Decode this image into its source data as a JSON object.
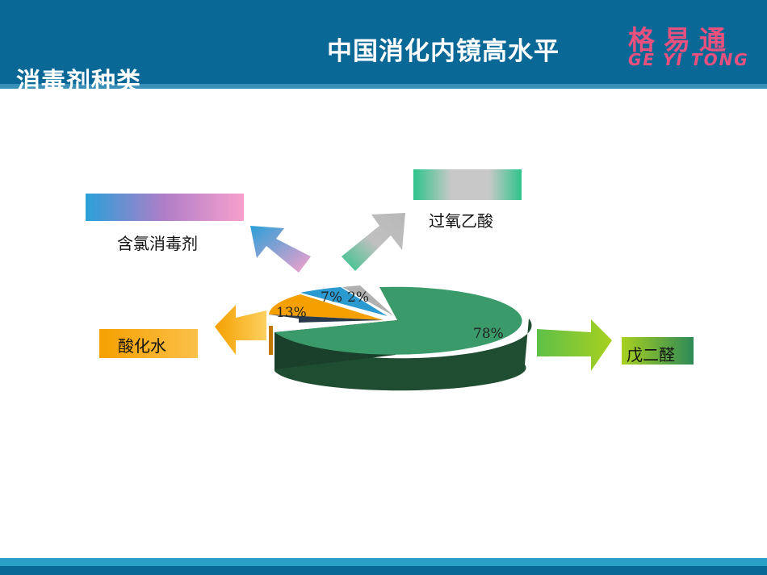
{
  "header": {
    "main_title": "中国消化内镜高水平",
    "section_title": "消毒剂种类",
    "logo_cn": "格易通",
    "logo_en": "GE YI TONG",
    "brand_color": "#e8507e",
    "bar_color": "#0a6897"
  },
  "labels": {
    "chlorine": "含氯消毒剂",
    "peracetic": "过氧乙酸",
    "acid_water": "酸化水",
    "glutaraldehyde": "戊二醛"
  },
  "chart_data": {
    "type": "pie",
    "style": "3d-exploded",
    "slices": [
      {
        "name": "戊二醛",
        "value": 78,
        "label": "78%",
        "color": "#3a9a6a"
      },
      {
        "name": "酸化水",
        "value": 13,
        "label": "13%",
        "color": "#f5a000"
      },
      {
        "name": "含氯消毒剂",
        "value": 7,
        "label": "7%",
        "color": "#2a9ad0"
      },
      {
        "name": "过氧乙酸",
        "value": 2,
        "label": "2%",
        "color": "#b0b0b0"
      }
    ]
  }
}
